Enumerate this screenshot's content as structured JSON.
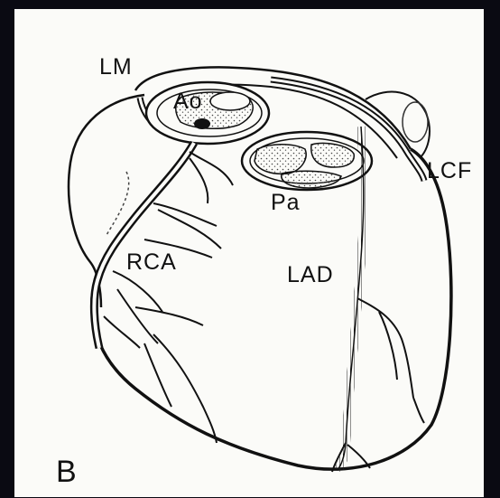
{
  "diagram": {
    "panel_label": "B",
    "labels": {
      "lm": "LM",
      "ao": "Ao",
      "pa": "Pa",
      "lcf": "LCF",
      "rca": "RCA",
      "lad": "LAD"
    }
  }
}
